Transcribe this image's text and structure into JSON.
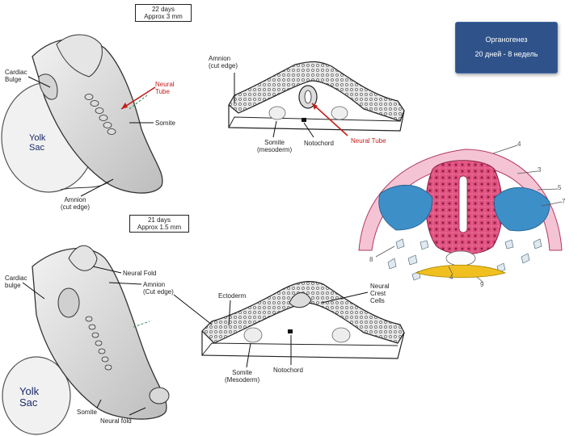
{
  "slide": {
    "title_line1": "Органогенез",
    "title_line2": "20 дней - 8 недель",
    "accent_color": "#2e5289",
    "label_red_color": "#c0211b"
  },
  "embryo_22": {
    "caption_line1": "22 days",
    "caption_line2": "Approx 3 mm",
    "cardiac_line1": "Cardiac",
    "cardiac_line2": "Bulge",
    "neural_tube_line1": "Neural",
    "neural_tube_line2": "Tube",
    "somite": "Somite",
    "yolk_line1": "Yolk",
    "yolk_line2": "Sac",
    "amnion_line1": "Amnion",
    "amnion_line2": "(cut edge)"
  },
  "section_22": {
    "amnion_line1": "Amnion",
    "amnion_line2": "(cut edge)",
    "somite_line1": "Somite",
    "somite_line2": "(mesoderm)",
    "notochord": "Notochord",
    "neural_tube": "Neural Tube"
  },
  "embryo_21": {
    "caption_line1": "21 days",
    "caption_line2": "Approx 1.5 mm",
    "cardiac_line1": "Cardiac",
    "cardiac_line2": "bulge",
    "neural_fold_top": "Neural Fold",
    "amnion_line1": "Amnion",
    "amnion_line2": "(Cut edge)",
    "yolk_line1": "Yolk",
    "yolk_line2": "Sac",
    "somite": "Somite",
    "neural_fold_bottom": "Neural fold"
  },
  "section_21": {
    "ectoderm": "Ectoderm",
    "crest_line1": "Neural",
    "crest_line2": "Crest",
    "crest_line3": "Cells",
    "somite_line1": "Somite",
    "somite_line2": "(Mesoderm)",
    "notochord": "Notochord"
  },
  "histology": {
    "numbers": [
      "4",
      "3",
      "5",
      "7",
      "8",
      "9",
      "4"
    ]
  }
}
